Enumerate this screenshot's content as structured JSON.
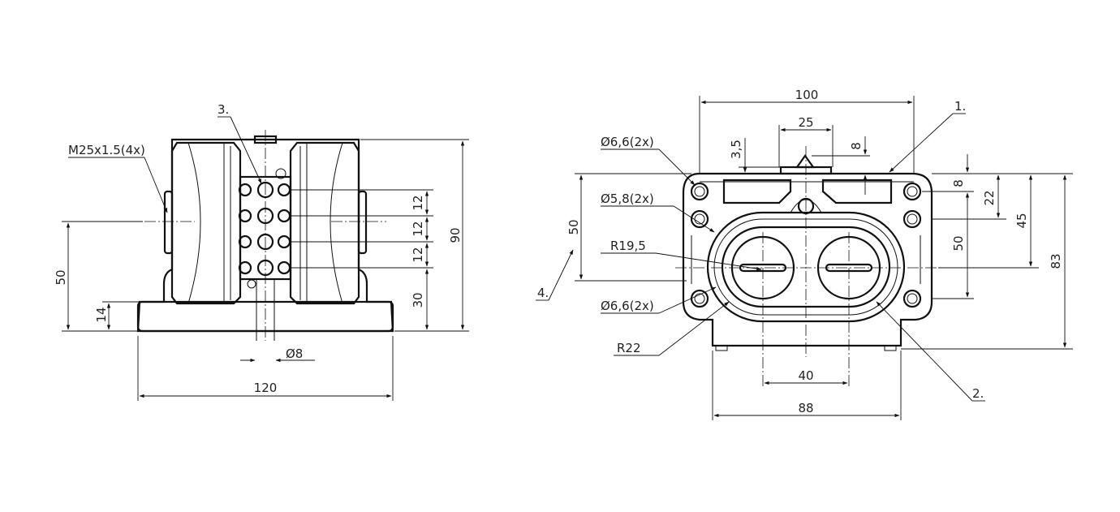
{
  "left_view": {
    "callouts": {
      "thread": "M25x1.5(4x)",
      "item3": "3."
    },
    "dimensions": {
      "overall_width": "120",
      "overall_height": "90",
      "axis_height": "50",
      "base_height": "14",
      "terminal_pitch_1": "12",
      "terminal_pitch_2": "12",
      "terminal_pitch_3": "12",
      "terminal_base": "30",
      "hole_dia": "Ø8"
    }
  },
  "right_view": {
    "callouts": {
      "item1": "1.",
      "item2": "2.",
      "item4": "4.",
      "hole_a": "Ø6,6(2x)",
      "hole_b": "Ø5,8(2x)",
      "hole_c": "Ø6,6(2x)",
      "radius_small": "R19,5",
      "radius_large": "R22"
    },
    "dimensions": {
      "overall_width": "100",
      "top_width": "25",
      "top_offset_left": "3,5",
      "top_offset_right": "8",
      "right_8": "8",
      "right_22": "22",
      "right_45": "45",
      "right_50": "50",
      "right_83": "83",
      "left_50": "50",
      "bottom_40": "40",
      "bottom_88": "88"
    }
  }
}
